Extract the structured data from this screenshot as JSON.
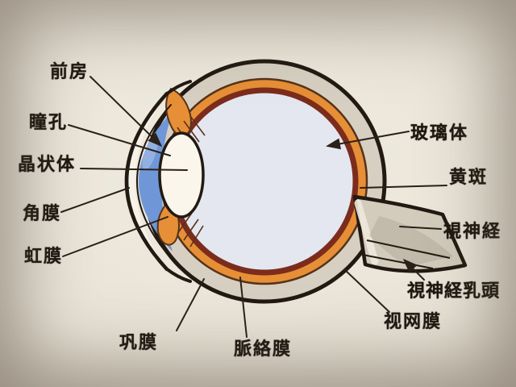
{
  "figure": {
    "type": "anatomy-cross-section-diagram",
    "subject": "human eyeball",
    "labels": {
      "anterior_chamber": "前房",
      "pupil": "瞳孔",
      "lens": "晶状体",
      "cornea": "角膜",
      "iris": "虹膜",
      "sclera": "巩膜",
      "choroid": "脈絡膜",
      "vitreous_body": "玻璃体",
      "macula": "黄斑",
      "optic_nerve": "視神経",
      "optic_disc": "視神経乳頭",
      "retina": "视网膜"
    },
    "colors": {
      "background": "#eae4d8",
      "ink": "#221a12",
      "sclera_fill": "#d7d0c2",
      "choroid_fill": "#e78f36",
      "retina_line": "#7c2c1c",
      "vitreous_fill": "#e4e7f0",
      "aqueous_blue": "#6f97d8",
      "lens_fill": "#faf6ec",
      "nerve_fill": "#d3ccbd"
    }
  }
}
